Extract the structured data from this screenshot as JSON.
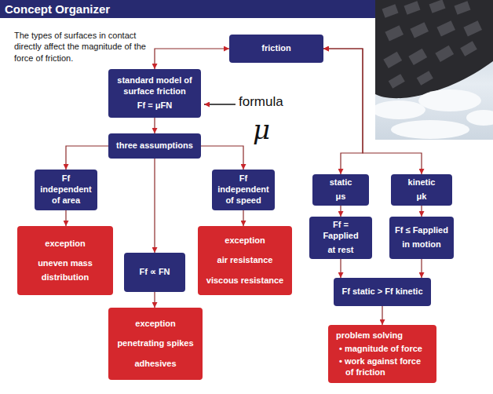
{
  "diagram": {
    "title": "Concept Organizer",
    "nodes": [
      {
        "text": [
          "friction"
        ]
      },
      {
        "text": [
          "standard model of surface friction",
          "Ff = μFN"
        ]
      },
      {
        "text": [
          "three assumptions"
        ]
      },
      {
        "text": [
          "Ff independent of area"
        ]
      },
      {
        "text": [
          "Ff independent of speed"
        ]
      },
      {
        "text": [
          "static",
          "μs"
        ]
      },
      {
        "text": [
          "kinetic",
          "μk"
        ]
      },
      {
        "text": [
          "exception",
          "uneven mass distribution"
        ]
      },
      {
        "text": [
          "Ff ∝ FN"
        ]
      },
      {
        "text": [
          "exception",
          "air resistance",
          "viscous resistance"
        ]
      },
      {
        "text": [
          "Ff = Fapplied",
          "at rest"
        ]
      },
      {
        "text": [
          "Ff ≤ Fapplied",
          "in motion"
        ]
      },
      {
        "text": [
          "Ff static > Ff kinetic"
        ]
      },
      {
        "text": [
          "exception",
          "penetrating spikes",
          "adhesives"
        ]
      },
      {
        "text": [
          "problem solving",
          "• magnitude of force",
          "• work against force of friction"
        ]
      }
    ],
    "edges": [
      {
        "from": 0,
        "to": 1,
        "arrow": "both"
      },
      {
        "from": 0,
        "to": 5,
        "arrow": "both"
      },
      {
        "from": 0,
        "to": 6,
        "arrow": "both"
      },
      {
        "from": 1,
        "to": 2,
        "arrow": "to"
      },
      {
        "from": 2,
        "to": 3,
        "arrow": "to"
      },
      {
        "from": 2,
        "to": 8,
        "arrow": "to"
      },
      {
        "from": 2,
        "to": 4,
        "arrow": "to"
      },
      {
        "from": 3,
        "to": 7,
        "arrow": "to"
      },
      {
        "from": 8,
        "to": 13,
        "arrow": "to"
      },
      {
        "from": 4,
        "to": 9,
        "arrow": "to"
      },
      {
        "from": 5,
        "to": 10,
        "arrow": "to"
      },
      {
        "from": 6,
        "to": 11,
        "arrow": "to"
      },
      {
        "from": 10,
        "to": 12,
        "arrow": "to"
      },
      {
        "from": 11,
        "to": 12,
        "arrow": "to"
      },
      {
        "from": 12,
        "to": 14,
        "arrow": "to"
      }
    ],
    "labels": [
      "The types of surfaces in contact directly affect the magnitude of the force of friction.",
      "formula",
      "μ"
    ]
  }
}
